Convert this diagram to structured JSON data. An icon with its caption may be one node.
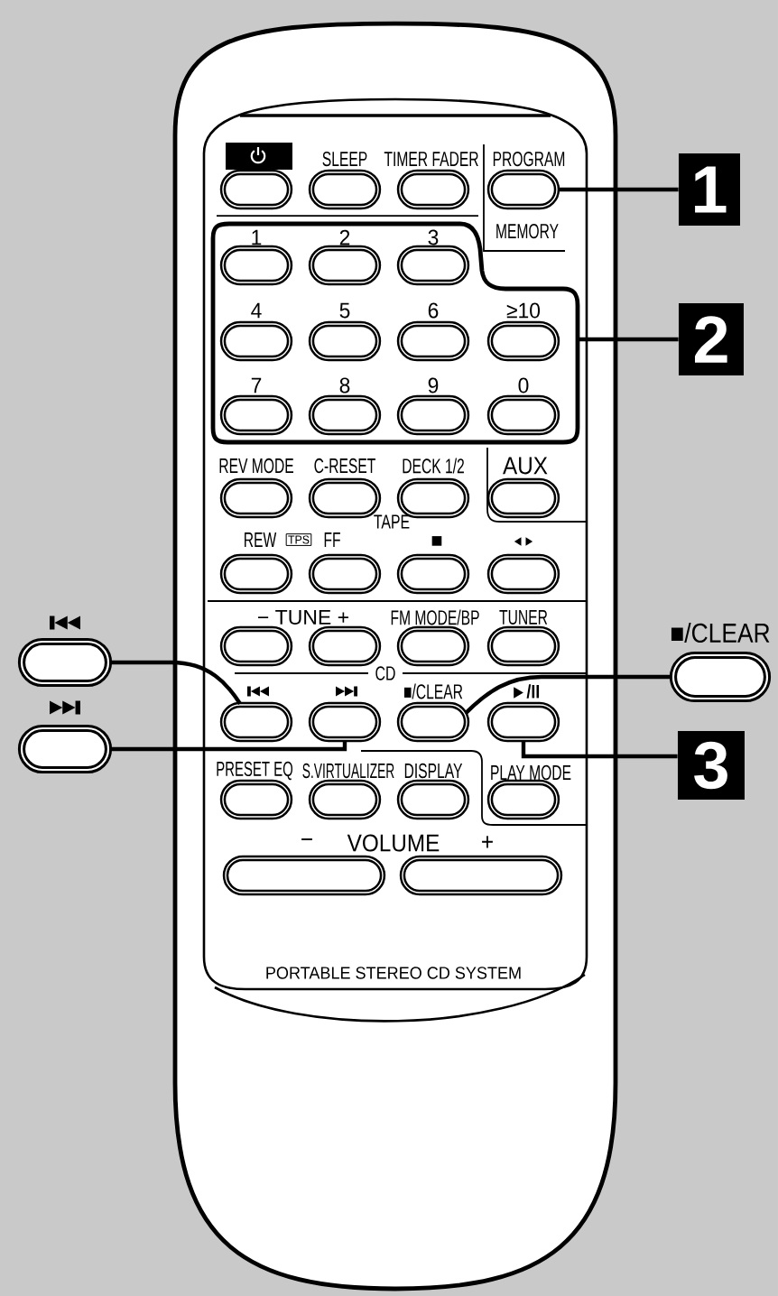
{
  "diagram": {
    "nodes": [
      {
        "text": [],
        "shape": "oval"
      },
      {
        "text": [],
        "shape": "oval"
      },
      {
        "text": [],
        "shape": "oval"
      },
      {
        "text": [],
        "shape": "oval"
      },
      {
        "text": [
          "1"
        ]
      },
      {
        "text": [],
        "shape": "box"
      },
      {
        "text": [],
        "shape": "oval",
        "in": 5
      },
      {
        "text": [],
        "shape": "oval",
        "in": 5
      },
      {
        "text": [],
        "shape": "oval",
        "in": 5
      },
      {
        "text": [],
        "shape": "oval",
        "in": 5
      },
      {
        "text": [],
        "shape": "oval",
        "in": 5
      },
      {
        "text": [],
        "shape": "oval",
        "in": 5
      },
      {
        "text": [],
        "shape": "oval",
        "in": 5
      },
      {
        "text": [
          "2"
        ]
      },
      {
        "text": [],
        "shape": "oval",
        "in": 5
      },
      {
        "text": [],
        "shape": "oval",
        "in": 5
      },
      {
        "text": [],
        "shape": "oval",
        "in": 5
      },
      {
        "text": [],
        "shape": "oval",
        "in": 5
      },
      {
        "text": [],
        "shape": "oval"
      },
      {
        "text": [],
        "shape": "oval"
      },
      {
        "text": [],
        "shape": "oval"
      },
      {
        "text": [],
        "shape": "oval"
      },
      {
        "text": [],
        "shape": "oval"
      },
      {
        "text": [],
        "shape": "oval"
      },
      {
        "text": [],
        "shape": "oval"
      },
      {
        "text": [],
        "shape": "oval"
      },
      {
        "text": [],
        "shape": "oval"
      },
      {
        "text": [],
        "shape": "oval"
      },
      {
        "text": [],
        "shape": "oval"
      },
      {
        "text": [],
        "shape": "oval"
      },
      {
        "text": [],
        "shape": "oval"
      },
      {
        "text": [
          "■/CLEAR"
        ]
      },
      {
        "text": [],
        "shape": "oval"
      },
      {
        "text": [],
        "shape": "oval"
      },
      {
        "text": [],
        "shape": "oval"
      },
      {
        "text": [],
        "shape": "oval"
      },
      {
        "text": [],
        "shape": "oval"
      },
      {
        "text": [
          "3"
        ]
      },
      {
        "text": [],
        "shape": "oval"
      },
      {
        "text": [],
        "shape": "oval"
      },
      {
        "text": [],
        "shape": "oval"
      },
      {
        "text": [],
        "shape": "oval"
      },
      {
        "text": [],
        "shape": "oval"
      },
      {
        "text": [],
        "shape": "oval"
      }
    ],
    "edges": [
      {
        "from": 4,
        "to": 3,
        "arrow": "none"
      },
      {
        "from": 13,
        "to": 5,
        "arrow": "none"
      },
      {
        "from": 30,
        "to": 32,
        "arrow": "none"
      },
      {
        "from": 31,
        "to": 34,
        "arrow": "none"
      },
      {
        "from": 36,
        "to": 33,
        "arrow": "none"
      },
      {
        "from": 37,
        "to": 35,
        "arrow": "none"
      }
    ],
    "labels": [
      "SLEEP",
      "TIMER FADER",
      "PROGRAM",
      "1",
      "2",
      "3",
      "MEMORY",
      "4",
      "5",
      "6",
      "≥10",
      "7",
      "8",
      "9",
      "0",
      "REV MODE",
      "C-RESET",
      "DECK 1/2",
      "AUX",
      "TAPE",
      "REW",
      "TPS",
      "FF",
      "■",
      "◄►",
      "− TUNE +",
      "FM MODE/BP",
      "TUNER",
      "CD",
      "■/CLEAR",
      "►/II",
      "PRESET EQ",
      "S.VIRTUALIZER",
      "DISPLAY",
      "PLAY MODE",
      "−",
      "VOLUME",
      "+",
      "PORTABLE STEREO CD SYSTEM"
    ]
  }
}
